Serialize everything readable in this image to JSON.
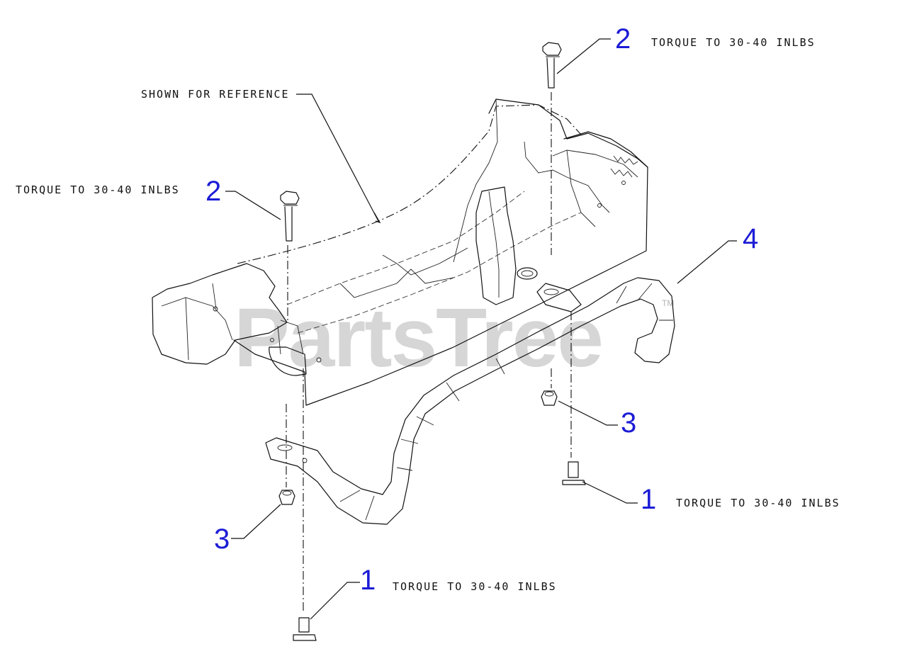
{
  "diagram": {
    "reference_note": "SHOWN FOR REFERENCE",
    "watermark": "PartsTree",
    "watermark_tm": "TM",
    "callouts": [
      {
        "number": "2",
        "note": "TORQUE TO 30-40 INLBS"
      },
      {
        "number": "2",
        "note": "TORQUE TO 30-40 INLBS"
      },
      {
        "number": "4",
        "note": ""
      },
      {
        "number": "3",
        "note": ""
      },
      {
        "number": "1",
        "note": "TORQUE TO 30-40 INLBS"
      },
      {
        "number": "3",
        "note": ""
      },
      {
        "number": "1",
        "note": "TORQUE TO 30-40 INLBS"
      }
    ]
  }
}
